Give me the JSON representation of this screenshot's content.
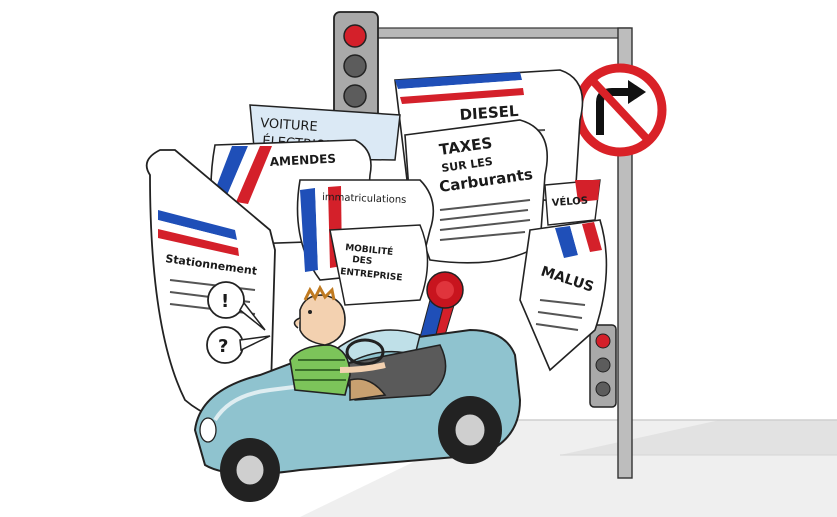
{
  "illustration": {
    "labels": {
      "voiture_line1": "VOITURE",
      "voiture_line2": "ÉLECTRIQUE",
      "diesel": "DIESEL",
      "amendes": "AMENDES",
      "taxes_line1": "TAXES",
      "taxes_line2": "SUR LES",
      "taxes_line3": "Carburants",
      "immatriculations": "immatriculations",
      "velos": "VÉLOS",
      "stationnement": "Stationnement",
      "mobilite_line1": "MOBILITÉ",
      "mobilite_line2": "DES",
      "mobilite_line3": "ENTREPRISE",
      "malus": "MALUS",
      "bubble_exclaim": "!",
      "bubble_question": "?"
    },
    "colors": {
      "flag_blue": "#1f4fb8",
      "flag_red": "#d4202a",
      "car_body": "#8fc3cf",
      "car_dark": "#4a8f9f",
      "shirt_green": "#7cc45a",
      "seal_red": "#c8141e",
      "sign_red": "#d92127",
      "pole_grey": "#b8b8b8",
      "paper": "#ffffff",
      "outline": "#1a1a1a"
    },
    "icons": [
      "traffic-light-icon",
      "no-right-turn-sign-icon",
      "wax-seal-icon",
      "speech-bubble-icon"
    ]
  }
}
